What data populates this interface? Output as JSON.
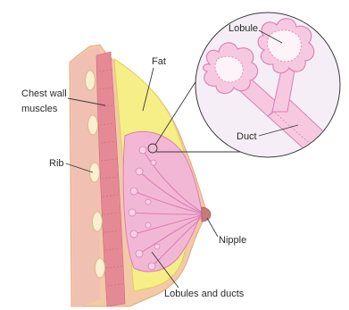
{
  "labels": {
    "chest_wall_line1": "Chest wall",
    "chest_wall_line2": "muscles",
    "fat": "Fat",
    "rib": "Rib",
    "nipple": "Nipple",
    "lobules_and_ducts": "Lobules and ducts",
    "lobule": "Lobule",
    "duct": "Duct"
  },
  "colors": {
    "skin": "#f3c9a8",
    "muscle": "#e58a94",
    "rib_bone": "#fbefd3",
    "fat": "#f6ee86",
    "gland": "#f3b7d6",
    "gland_line": "#d97fb4",
    "inset_fill": "#f5eef6",
    "inset_tissue": "#f6c9e0",
    "line": "#3a3a3a"
  }
}
